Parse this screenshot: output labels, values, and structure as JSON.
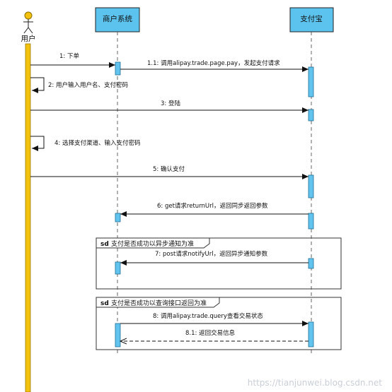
{
  "actor": {
    "label": "用户"
  },
  "lifelines": {
    "merchant": {
      "label": "商户系统"
    },
    "alipay": {
      "label": "支付宝"
    }
  },
  "messages": {
    "m1": "1: 下单",
    "m1_1": "1.1: 调用alipay.trade.page.pay，发起支付请求",
    "m2": "2: 用户输入用户名、支付密码",
    "m3": "3: 登陆",
    "m4": "4: 选择支付渠道、输入支付密码",
    "m5": "5: 确认支付",
    "m6": "6: get请求returnUrl，返回同步返回参数",
    "m7": "7: post请求notifyUrl，返回异步通知参数",
    "m8": "8: 调用alipay.trade.query查看交易状态",
    "m8_1": "8.1: 返回交易信息"
  },
  "frames": {
    "f1": {
      "tag": "sd",
      "title": "支付是否成功以异步通知为准"
    },
    "f2": {
      "tag": "sd",
      "title": "支付是否成功以查询接口返回为准"
    }
  },
  "watermark": "https://tianjunwei.blog.csdn.net",
  "colors": {
    "actor_bar": "#f2c20f",
    "activation": "#62c4ee",
    "header_fill": "#5bc3ee",
    "line": "#222222"
  }
}
